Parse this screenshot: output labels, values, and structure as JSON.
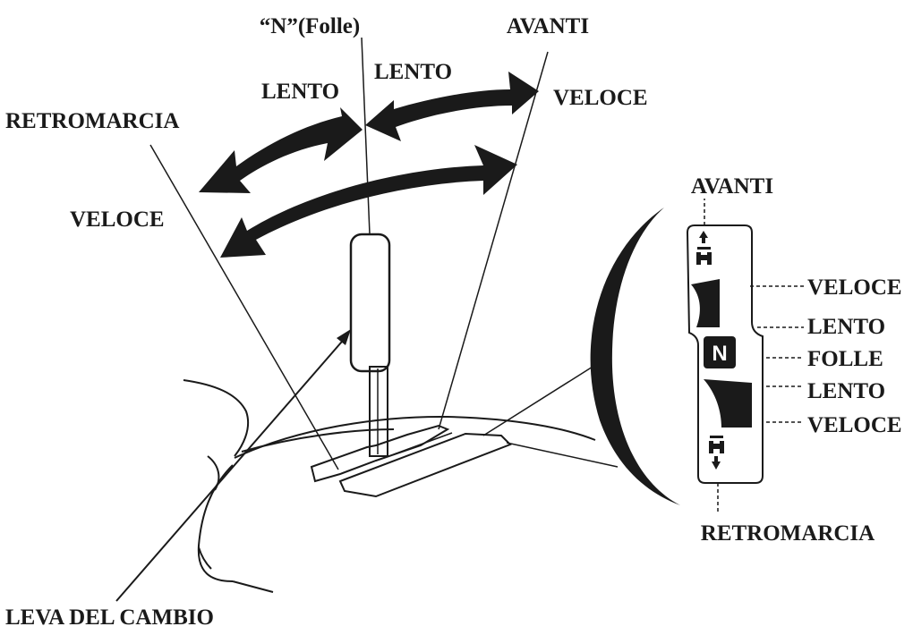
{
  "colors": {
    "ink": "#1a1a1a",
    "background": "#ffffff"
  },
  "labels": {
    "neutral_top": "“N”(Folle)",
    "forward_top": "AVANTI",
    "reverse_left": "RETROMARCIA",
    "slow_left": "LENTO",
    "slow_right": "LENTO",
    "fast_right": "VELOCE",
    "fast_left": "VELOCE",
    "lever": "LEVA DEL CAMBIO"
  },
  "inset": {
    "forward": "AVANTI",
    "fast_fwd": "VELOCE",
    "slow_fwd": "LENTO",
    "neutral": "FOLLE",
    "slow_rev": "LENTO",
    "fast_rev": "VELOCE",
    "reverse": "RETROMARCIA",
    "neutral_badge": "N"
  },
  "icons": [
    "double-arrow-icon",
    "tractor-forward-icon",
    "tractor-reverse-icon",
    "neutral-badge-icon"
  ]
}
